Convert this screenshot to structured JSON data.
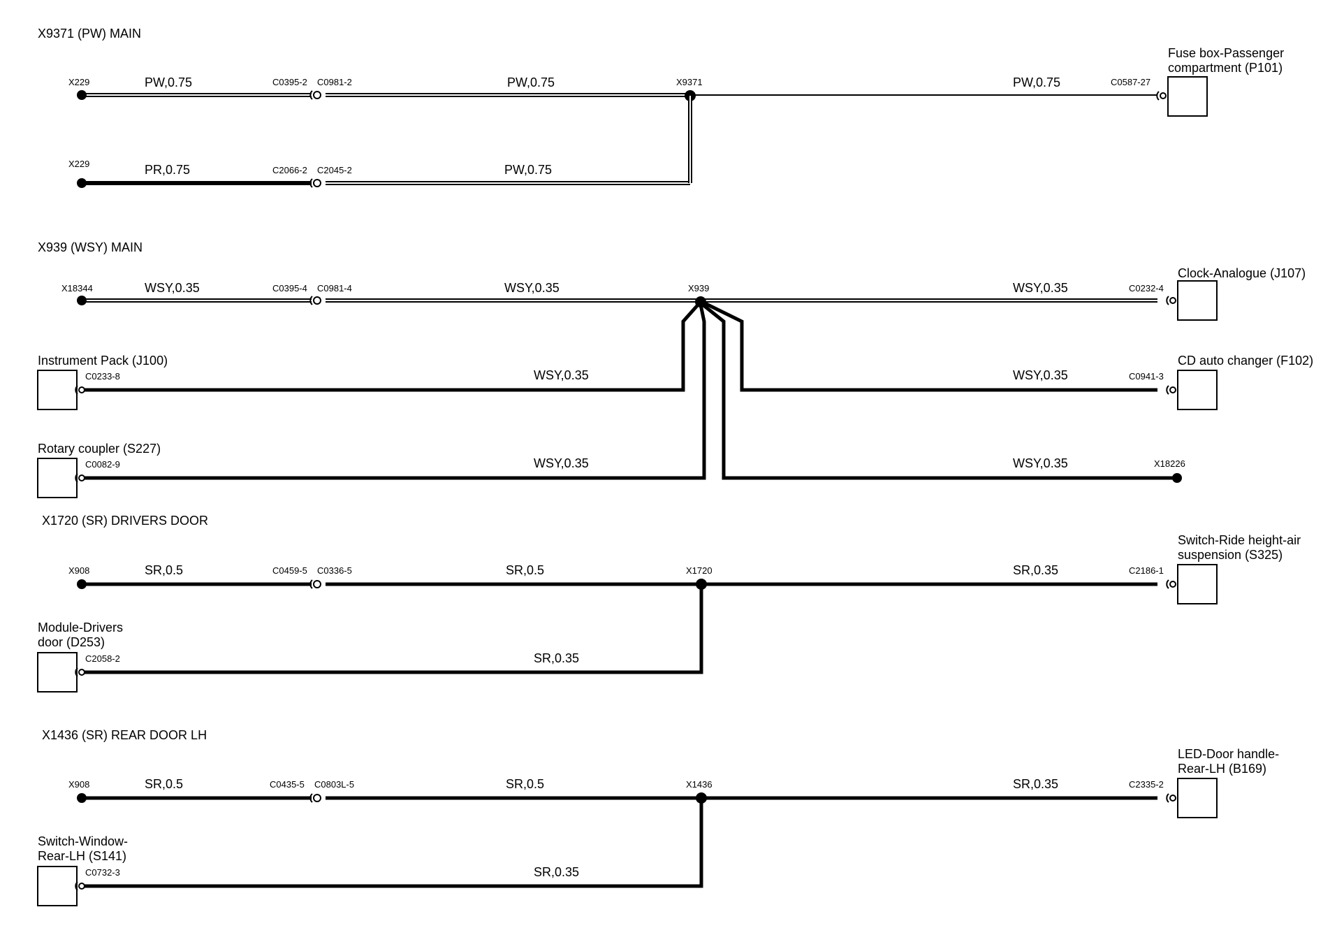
{
  "sections": [
    {
      "title": "X9371 (PW) MAIN",
      "splice": "X9371",
      "wires": [
        {
          "from": "X229",
          "seg1_label": "PW,0.75",
          "connector_left": "C0395-2",
          "connector_right": "C0981-2",
          "seg2_label": "PW,0.75"
        },
        {
          "from": "X229",
          "seg1_label": "PR,0.75",
          "connector_left": "C2066-2",
          "connector_right": "C2045-2",
          "seg2_label": "PW,0.75"
        }
      ],
      "right_wire": {
        "label": "PW,0.75",
        "connector": "C0587-27",
        "component_line1": "Fuse box-Passenger",
        "component_line2": "compartment (P101)"
      }
    },
    {
      "title": "X939 (WSY) MAIN",
      "splice": "X939",
      "main_wire": {
        "from": "X18344",
        "seg1_label": "WSY,0.35",
        "connector_left": "C0395-4",
        "connector_right": "C0981-4",
        "seg2_label": "WSY,0.35"
      },
      "left_branches": [
        {
          "component": "Instrument Pack (J100)",
          "connector": "C0233-8",
          "label": "WSY,0.35"
        },
        {
          "component": "Rotary coupler (S227)",
          "connector": "C0082-9",
          "label": "WSY,0.35"
        }
      ],
      "right_branches": [
        {
          "component": "Clock-Analogue (J107)",
          "connector": "C0232-4",
          "label": "WSY,0.35"
        },
        {
          "component": "CD auto changer (F102)",
          "connector": "C0941-3",
          "label": "WSY,0.35"
        },
        {
          "endpoint": "X18226",
          "label": "WSY,0.35"
        }
      ]
    },
    {
      "title": "X1720 (SR)  DRIVERS DOOR",
      "splice": "X1720",
      "main_wire": {
        "from": "X908",
        "seg1_label": "SR,0.5",
        "connector_left": "C0459-5",
        "connector_right": "C0336-5",
        "seg2_label": "SR,0.5"
      },
      "right_wire": {
        "label": "SR,0.35",
        "connector": "C2186-1",
        "component_line1": "Switch-Ride height-air",
        "component_line2": "suspension (S325)"
      },
      "branch": {
        "component_line1": "Module-Drivers",
        "component_line2": "door (D253)",
        "connector": "C2058-2",
        "label": "SR,0.35"
      }
    },
    {
      "title": "X1436 (SR)  REAR DOOR LH",
      "splice": "X1436",
      "main_wire": {
        "from": "X908",
        "seg1_label": "SR,0.5",
        "connector_left": "C0435-5",
        "connector_right": "C0803L-5",
        "seg2_label": "SR,0.5"
      },
      "right_wire": {
        "label": "SR,0.35",
        "connector": "C2335-2",
        "component_line1": "LED-Door handle-",
        "component_line2": "Rear-LH (B169)"
      },
      "branch": {
        "component_line1": "Switch-Window-",
        "component_line2": "Rear-LH (S141)",
        "connector": "C0732-3",
        "label": "SR,0.35"
      }
    }
  ]
}
